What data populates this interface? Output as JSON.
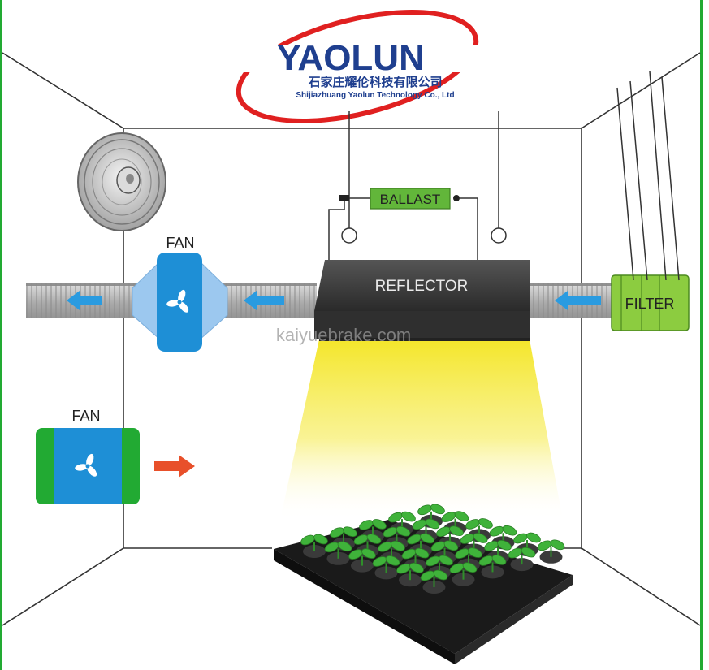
{
  "logo": {
    "brand": "YAOLUN",
    "chinese_name": "石家庄耀伦科技有限公司",
    "english_name": "Shijiazhuang Yaolun Technology Co., Ltd",
    "brand_color": "#1f3f8f",
    "swoosh_color": "#e02020"
  },
  "labels": {
    "ballast": "BALLAST",
    "reflector": "REFLECTOR",
    "filter": "FILTER",
    "inline_fan": "FAN",
    "intake_fan": "FAN"
  },
  "watermark": "kaiyuebrake.com",
  "colors": {
    "frame_green": "#22aa33",
    "fan_blue": "#1e8fd6",
    "fan_cap_blue": "#9cc8ef",
    "duct_gray": "#b5b5b5",
    "ballast_green": "#62b63a",
    "filter_green": "#8ccc40",
    "reflector_dark": "#3a3a3a",
    "arrow_blue": "#2a9be0",
    "arrow_orange": "#e8502a",
    "light_yellow": "#f5ea3a",
    "seedling_green": "#3fb23a",
    "tray_black": "#1a1a1a"
  }
}
